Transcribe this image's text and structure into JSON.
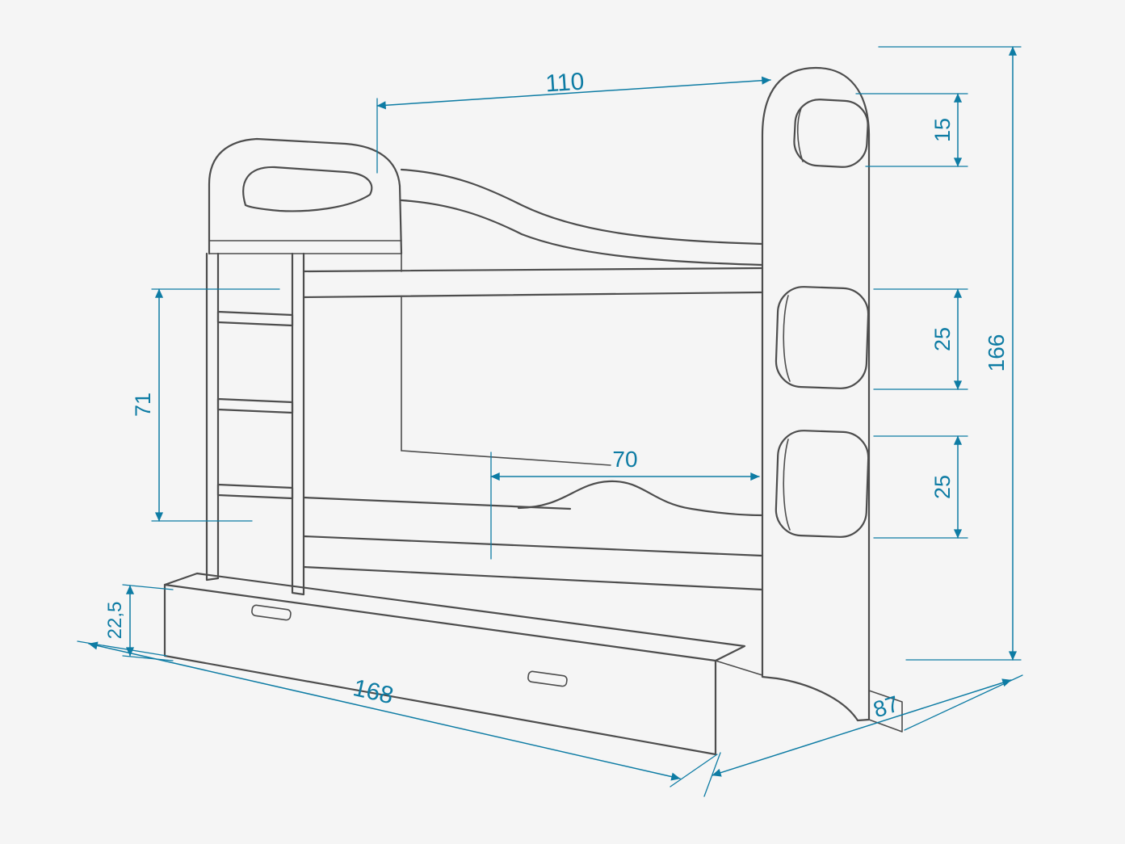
{
  "diagram": {
    "subject": "bunk-bed-with-drawer-technical-drawing",
    "colors": {
      "background": "#f5f5f5",
      "outline": "#4d4d4d",
      "dimension": "#0e7ca4"
    },
    "dimensions": {
      "top_width": "110",
      "right_top_cutout_height": "15",
      "total_height": "166",
      "right_middle_cutout_height": "25",
      "right_bottom_cutout_height": "25",
      "ladder_section_height": "71",
      "bed_opening_width": "70",
      "drawer_height": "22,5",
      "total_length": "168",
      "total_depth": "87"
    }
  }
}
